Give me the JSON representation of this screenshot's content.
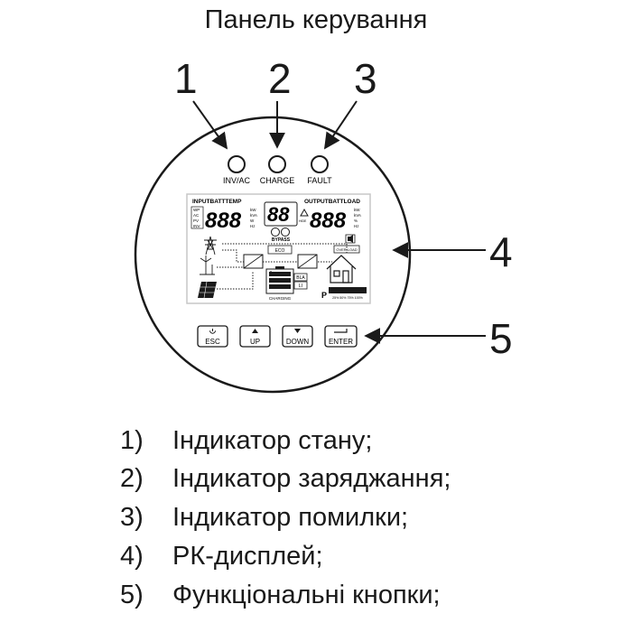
{
  "title": "Панель керування",
  "callouts": [
    "1",
    "2",
    "3",
    "4",
    "5"
  ],
  "leds": [
    {
      "label": "INV/AC"
    },
    {
      "label": "CHARGE"
    },
    {
      "label": "FAULT"
    }
  ],
  "lcd": {
    "input_header": "INPUTBATTTEMP",
    "output_header": "OUTPUTBATTLOAD",
    "left_digits": "888",
    "center_digits": "88",
    "right_digits": "888",
    "left_tags": [
      "WP",
      "AC",
      "PV",
      "INV"
    ],
    "unit_left": [
      "kW",
      "kVA",
      "W",
      "Hz"
    ],
    "unit_right": [
      "kW",
      "kVA",
      "%",
      "Hz"
    ],
    "bypass": "BYPASS",
    "eco": "ECO",
    "overload": "OVER LOAD",
    "bla": "BLA",
    "li": "LI",
    "charging": "CHARGING",
    "hide": "HIDE",
    "load_bar": "25% 50% 75% 100%",
    "p_label": "P"
  },
  "buttons": [
    {
      "label": "ESC",
      "icon": "power-icon"
    },
    {
      "label": "UP",
      "icon": "triangle-up-icon"
    },
    {
      "label": "DOWN",
      "icon": "triangle-down-icon"
    },
    {
      "label": "ENTER",
      "icon": "enter-icon"
    }
  ],
  "legend": [
    {
      "num": "1)",
      "text": "Індикатор стану;"
    },
    {
      "num": "2)",
      "text": "Індикатор заряджання;"
    },
    {
      "num": "3)",
      "text": "Індикатор помилки;"
    },
    {
      "num": "4)",
      "text": "РК-дисплей;"
    },
    {
      "num": "5)",
      "text": "Функціональні кнопки;"
    }
  ]
}
